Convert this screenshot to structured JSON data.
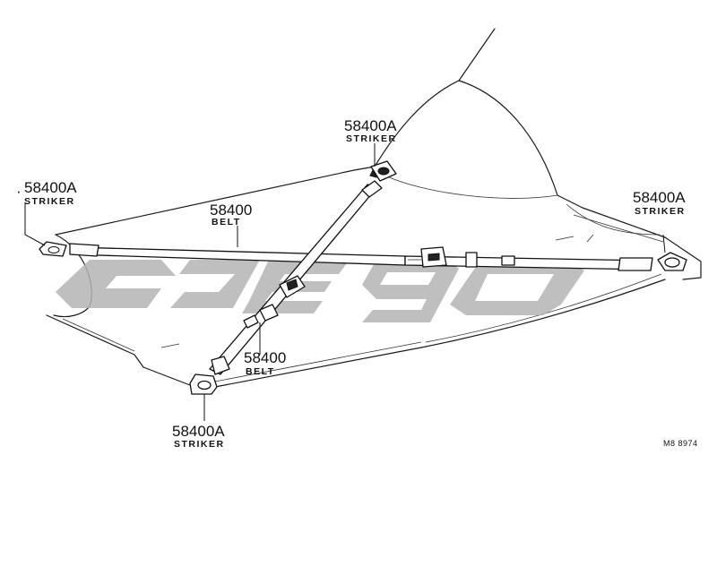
{
  "labels": {
    "striker_top": {
      "number": "58400A",
      "name": "STRIKER"
    },
    "striker_left": {
      "number": "58400A",
      "name": "STRIKER"
    },
    "striker_right": {
      "number": "58400A",
      "name": "STRIKER"
    },
    "striker_bottom": {
      "number": "58400A",
      "name": "STRIKER"
    },
    "belt_upper": {
      "number": "58400",
      "name": "BELT"
    },
    "belt_lower": {
      "number": "58400",
      "name": "BELT"
    }
  },
  "reference_code": "M8 8974",
  "watermark": {
    "text": "cjeg0",
    "color": "#b4b4b4"
  },
  "colors": {
    "line": "#1a1a1a",
    "background": "#ffffff"
  }
}
